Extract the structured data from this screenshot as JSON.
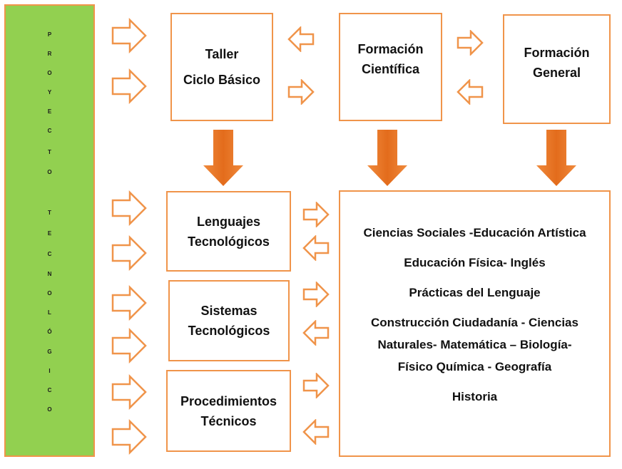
{
  "sidebar": {
    "letters": [
      "P",
      "R",
      "O",
      "Y",
      "E",
      "C",
      "T",
      "O",
      "",
      "",
      "T",
      "E",
      "C",
      "N",
      "O",
      "L",
      "Ó",
      "G",
      "I",
      "C",
      "O"
    ]
  },
  "boxes": {
    "taller": [
      "Taller",
      "Ciclo Básico"
    ],
    "cientifica": [
      "Formación",
      "Científica"
    ],
    "general": [
      "Formación",
      "General"
    ],
    "lenguajes": [
      "Lenguajes",
      "Tecnológicos"
    ],
    "sistemas": [
      "Sistemas",
      "Tecnológicos"
    ],
    "procedimientos": [
      "Procedimientos",
      "Técnicos"
    ],
    "materias": [
      "Ciencias Sociales -Educación Artística",
      "Educación Física- Inglés",
      "Prácticas del Lenguaje",
      "Construcción Ciudadanía - Ciencias",
      "Naturales- Matemática – Biología-",
      "Físico Química - Geografía",
      "Historia"
    ]
  },
  "colors": {
    "accent": "#f0944a",
    "arrow_fill": "#e8762b",
    "sidebar_green": "#92d050"
  }
}
